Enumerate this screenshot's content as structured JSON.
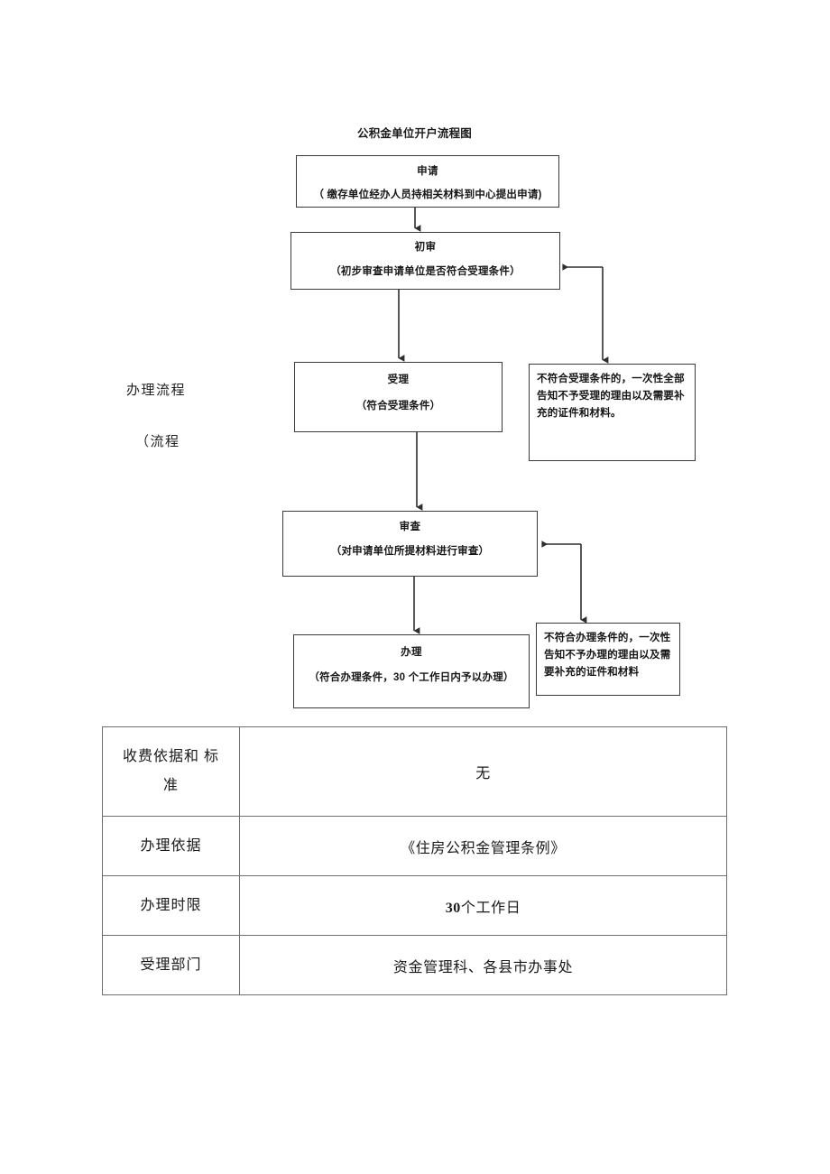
{
  "document": {
    "flowchart": {
      "title": "公积金单位开户流程图",
      "side_labels": [
        "办理流程",
        "（流程"
      ],
      "nodes": [
        {
          "id": "apply",
          "title": "申请",
          "subtitle": "（ 缴存单位经办人员持相关材料到中心提出申请)"
        },
        {
          "id": "preliminary-review",
          "title": "初审",
          "subtitle": "（初步审查申请单位是否符合受理条件）"
        },
        {
          "id": "accept",
          "title": "受理",
          "subtitle": "（符合受理条件）"
        },
        {
          "id": "reject-accept",
          "text": "不符合受理条件的，一次性全部告知不予受理的理由以及需要补充的证件和材料。"
        },
        {
          "id": "review",
          "title": "审查",
          "subtitle": "（对申请单位所提材料进行审查）"
        },
        {
          "id": "reject-handle",
          "text": "不符合办理条件的，一次性告知不予办理的理由以及需要补充的证件和材料"
        },
        {
          "id": "handle",
          "title": "办理",
          "subtitle": "（符合办理条件，30 个工作日内予以办理）"
        }
      ]
    },
    "info_table": {
      "rows": [
        {
          "label": "收费依据和 标",
          "label_line2": "准",
          "value": "无"
        },
        {
          "label": "办理依据",
          "label_line2": "",
          "value": "《住房公积金管理条例》"
        },
        {
          "label": "办理时限",
          "label_line2": "",
          "value_number": "30",
          "value_rest": "个工作日"
        },
        {
          "label": "受理部门",
          "label_line2": "",
          "value": "资金管理科、各县市办事处"
        }
      ]
    }
  }
}
